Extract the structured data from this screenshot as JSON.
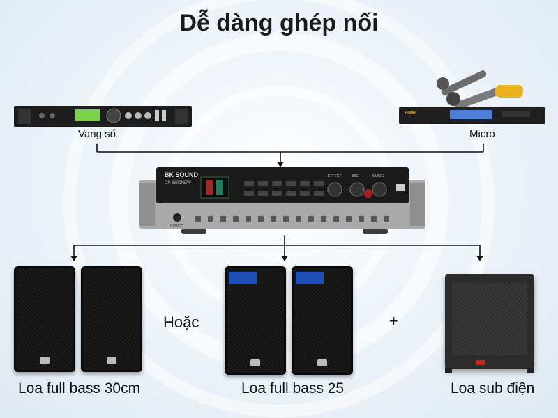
{
  "title": "Dễ dàng ghép nối",
  "devices": {
    "vang_so": {
      "label": "Vang số"
    },
    "micro": {
      "label": "Micro"
    },
    "amplifier": {
      "brand": "BK SOUND",
      "model": "DP-3600NEW",
      "knob_labels": [
        "EFFECT",
        "MIC",
        "MUSIC"
      ],
      "power_label": "POWER"
    }
  },
  "outputs": {
    "full_30": {
      "label": "Loa full bass 30cm"
    },
    "or_word": "Hoặc",
    "full_25": {
      "label": "Loa full bass 25"
    },
    "plus": "+",
    "sub": {
      "label": "Loa sub điện"
    }
  }
}
